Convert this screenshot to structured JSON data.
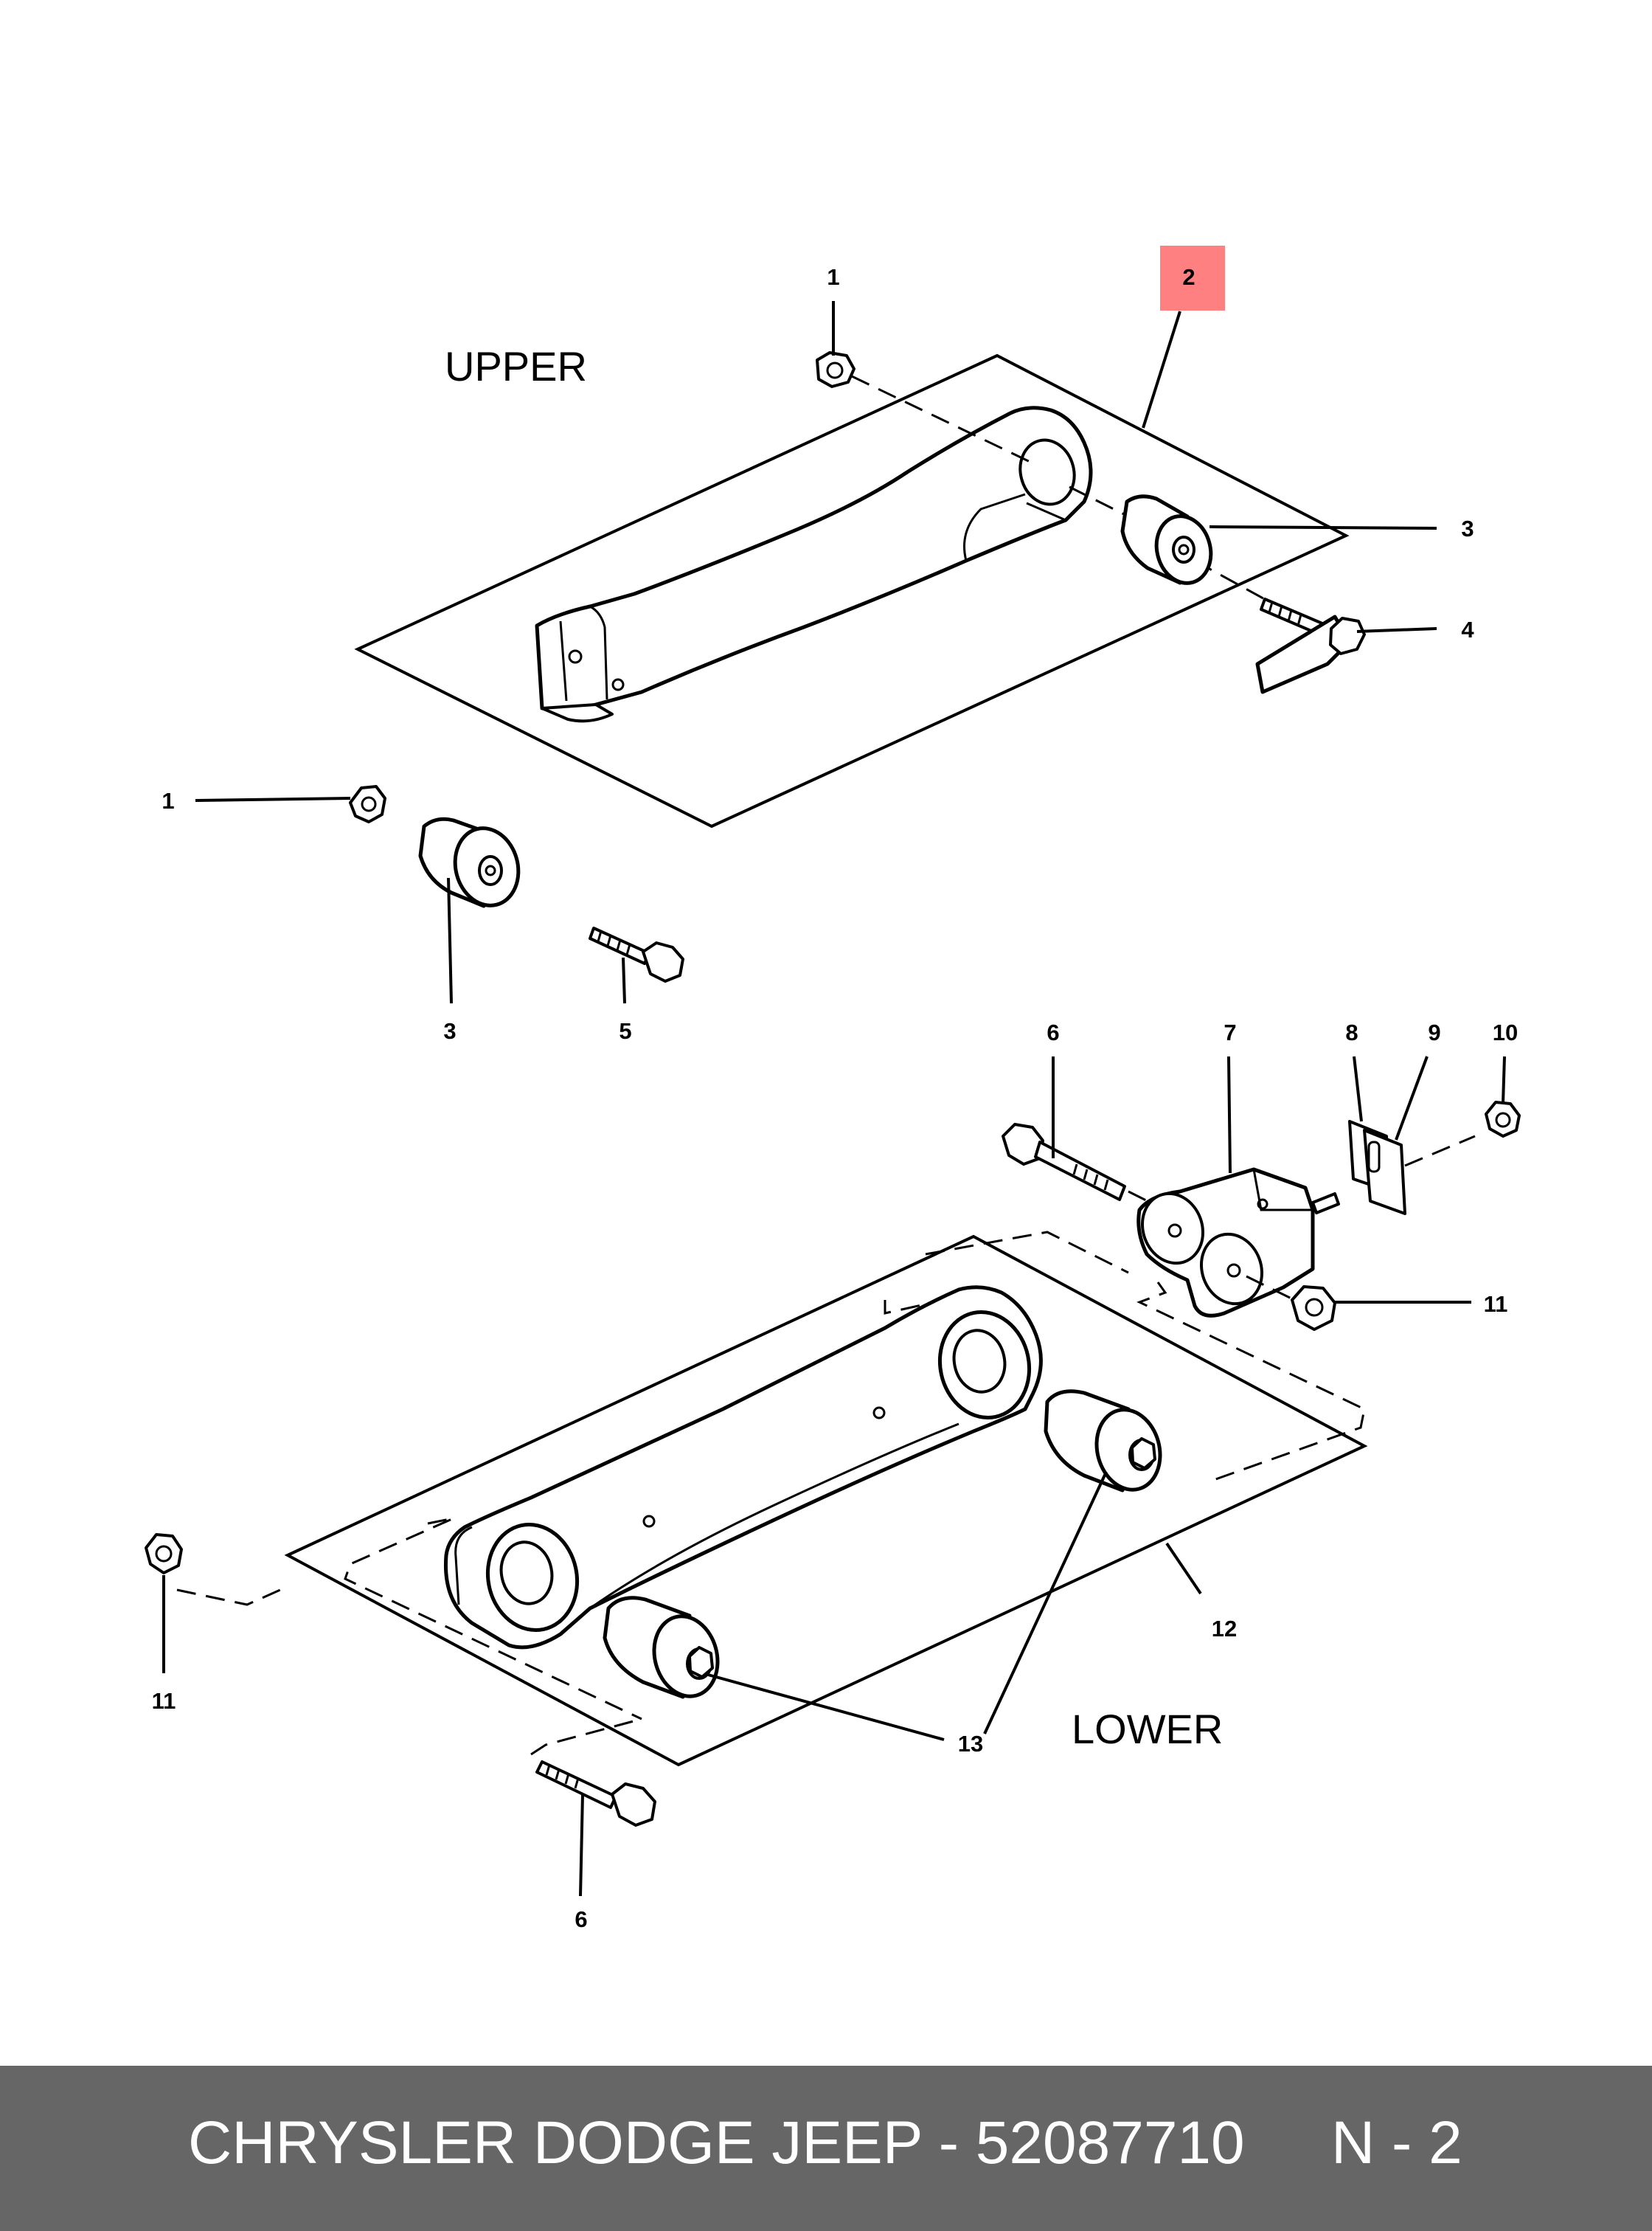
{
  "sections": {
    "upper": "UPPER",
    "lower": "LOWER"
  },
  "callouts": [
    {
      "id": "c1a",
      "label": "1"
    },
    {
      "id": "c2",
      "label": "2",
      "highlight": "#ff8080"
    },
    {
      "id": "c3a",
      "label": "3"
    },
    {
      "id": "c4",
      "label": "4"
    },
    {
      "id": "c1b",
      "label": "1"
    },
    {
      "id": "c3b",
      "label": "3"
    },
    {
      "id": "c5",
      "label": "5"
    },
    {
      "id": "c6a",
      "label": "6"
    },
    {
      "id": "c7",
      "label": "7"
    },
    {
      "id": "c8",
      "label": "8"
    },
    {
      "id": "c9",
      "label": "9"
    },
    {
      "id": "c10",
      "label": "10"
    },
    {
      "id": "c11a",
      "label": "11"
    },
    {
      "id": "c11b",
      "label": "11"
    },
    {
      "id": "c12",
      "label": "12"
    },
    {
      "id": "c13",
      "label": "13"
    },
    {
      "id": "c6b",
      "label": "6"
    }
  ],
  "footer": {
    "text": "CHRYSLER DODGE JEEP - 52087710",
    "page_code": "N - 2",
    "background": "#666666"
  }
}
